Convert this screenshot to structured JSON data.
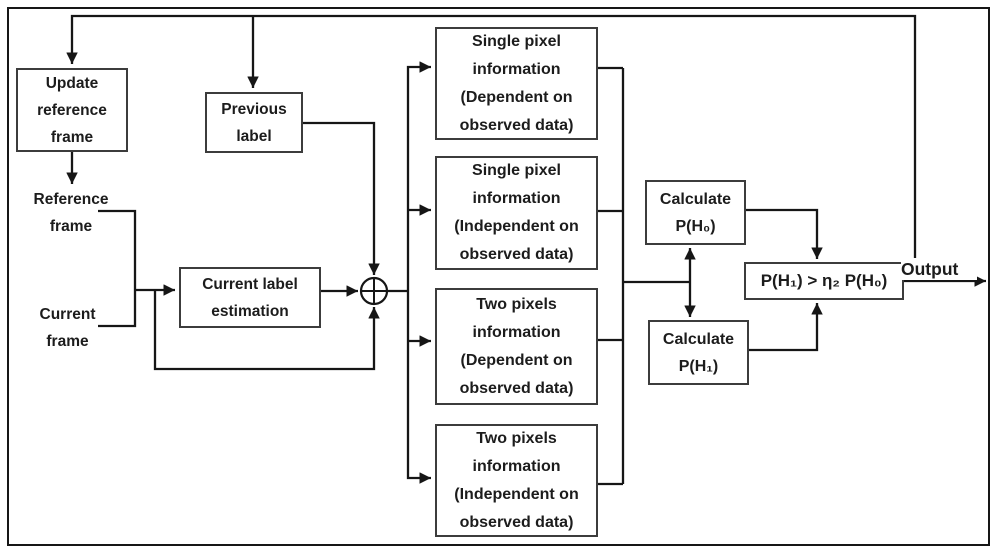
{
  "diagram": {
    "title": "Change-detection hypothesis-test block diagram",
    "nodes": {
      "update_reference_frame": "Update\nreference\nframe",
      "previous_label": "Previous\nlabel",
      "reference_frame": "Reference\nframe",
      "current_frame": "Current\nframe",
      "current_label_estimation": "Current label\nestimation",
      "single_pixel_dependent": "Single pixel\ninformation\n(Dependent on\nobserved data)",
      "single_pixel_independent": "Single pixel\ninformation\n(Independent on\nobserved data)",
      "two_pixels_dependent": "Two pixels\ninformation\n(Dependent on\nobserved data)",
      "two_pixels_independent": "Two pixels\ninformation\n(Independent on\nobserved data)",
      "calculate_p_h0": "Calculate\nP(H₀)",
      "calculate_p_h1": "Calculate\nP(H₁)",
      "decision_rule": "P(H₁) > η₂ P(H₀)",
      "output": "Output",
      "combiner_symbol": "⊕"
    },
    "edges": [
      {
        "from": "decision_rule",
        "to": "output"
      },
      {
        "from": "output",
        "to": "update_reference_frame",
        "type": "feedback"
      },
      {
        "from": "output",
        "to": "previous_label",
        "type": "feedback"
      },
      {
        "from": "update_reference_frame",
        "to": "reference_frame"
      },
      {
        "from": "reference_frame",
        "to": "current_label_estimation"
      },
      {
        "from": "current_frame",
        "to": "current_label_estimation"
      },
      {
        "from": "reference_frame_current_frame",
        "to": "combiner",
        "type": "bypass"
      },
      {
        "from": "previous_label",
        "to": "combiner"
      },
      {
        "from": "current_label_estimation",
        "to": "combiner"
      },
      {
        "from": "combiner",
        "to": "single_pixel_dependent"
      },
      {
        "from": "combiner",
        "to": "single_pixel_independent"
      },
      {
        "from": "combiner",
        "to": "two_pixels_dependent"
      },
      {
        "from": "combiner",
        "to": "two_pixels_independent"
      },
      {
        "from": "information_terms",
        "to": "calculate_p_h0"
      },
      {
        "from": "information_terms",
        "to": "calculate_p_h1"
      },
      {
        "from": "calculate_p_h0",
        "to": "decision_rule"
      },
      {
        "from": "calculate_p_h1",
        "to": "decision_rule"
      }
    ],
    "colors": {
      "line": "#161616",
      "box_border": "#3c3c3c",
      "text": "#1c1c1c",
      "background": "#ffffff"
    }
  }
}
